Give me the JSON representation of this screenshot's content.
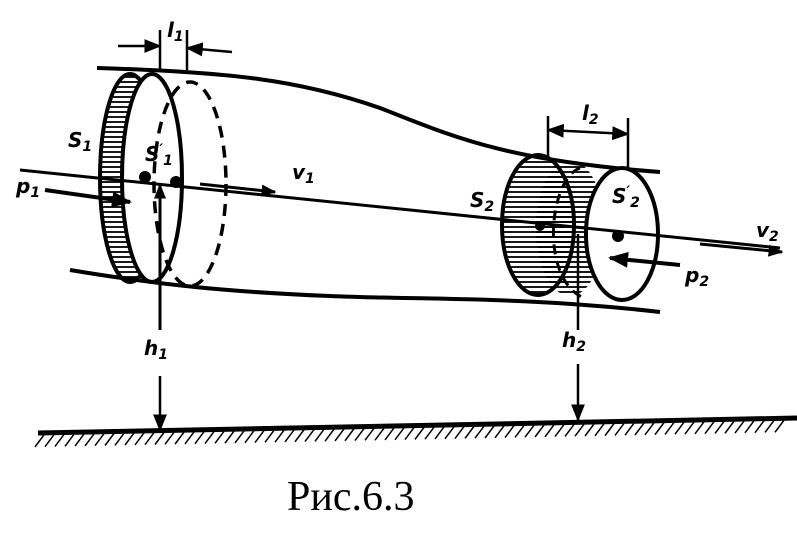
{
  "caption": "Рис.6.3",
  "labels": {
    "s1": {
      "base": "S",
      "sub": "1",
      "sup": ""
    },
    "s1p": {
      "base": "S",
      "sub": "1",
      "sup": "′"
    },
    "l1": {
      "base": "l",
      "sub": "1",
      "sup": ""
    },
    "p1": {
      "base": "p",
      "sub": "1",
      "sup": ""
    },
    "v1": {
      "base": "v",
      "sub": "1",
      "sup": ""
    },
    "h1": {
      "base": "h",
      "sub": "1",
      "sup": ""
    },
    "l2": {
      "base": "l",
      "sub": "2",
      "sup": ""
    },
    "s2": {
      "base": "S",
      "sub": "2",
      "sup": ""
    },
    "s2p": {
      "base": "S",
      "sub": "2",
      "sup": "′"
    },
    "v2": {
      "base": "v",
      "sub": "2",
      "sup": ""
    },
    "p2": {
      "base": "p",
      "sub": "2",
      "sup": ""
    },
    "h2": {
      "base": "h",
      "sub": "2",
      "sup": ""
    }
  }
}
